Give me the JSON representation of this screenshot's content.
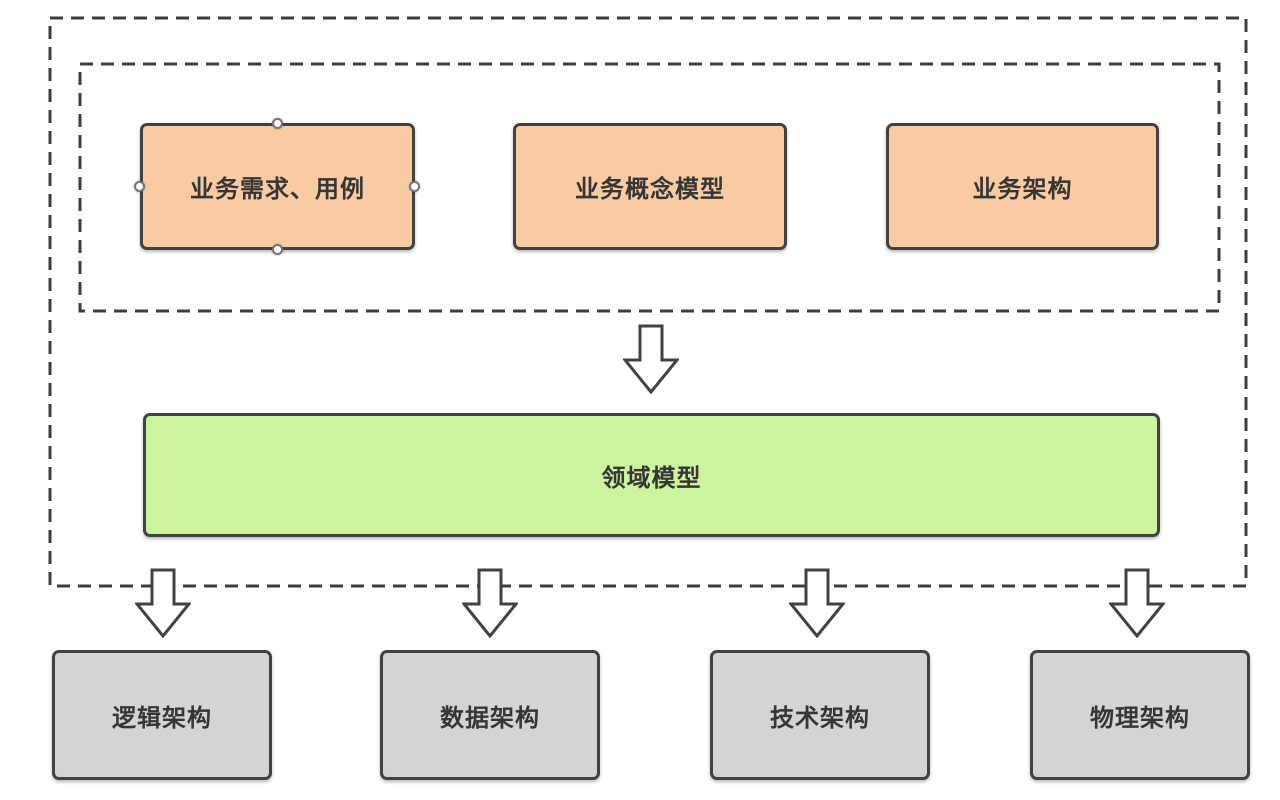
{
  "diagram": {
    "business_layer": {
      "boxes": [
        {
          "label": "业务需求、用例"
        },
        {
          "label": "业务概念模型"
        },
        {
          "label": "业务架构"
        }
      ]
    },
    "domain_model": {
      "label": "领域模型"
    },
    "architecture_layer": {
      "boxes": [
        {
          "label": "逻辑架构"
        },
        {
          "label": "数据架构"
        },
        {
          "label": "技术架构"
        },
        {
          "label": "物理架构"
        }
      ]
    },
    "icons": {
      "down_arrow": "block-down-arrow",
      "selection_handle": "circle-handle"
    },
    "colors": {
      "business_box_fill": "#f8cba3",
      "domain_box_fill": "#ccf49e",
      "architecture_box_fill": "#d4d4d4",
      "shape_border": "#424242",
      "dashed_border": "#3d3d3d",
      "canvas_background": "#ffffff"
    }
  }
}
